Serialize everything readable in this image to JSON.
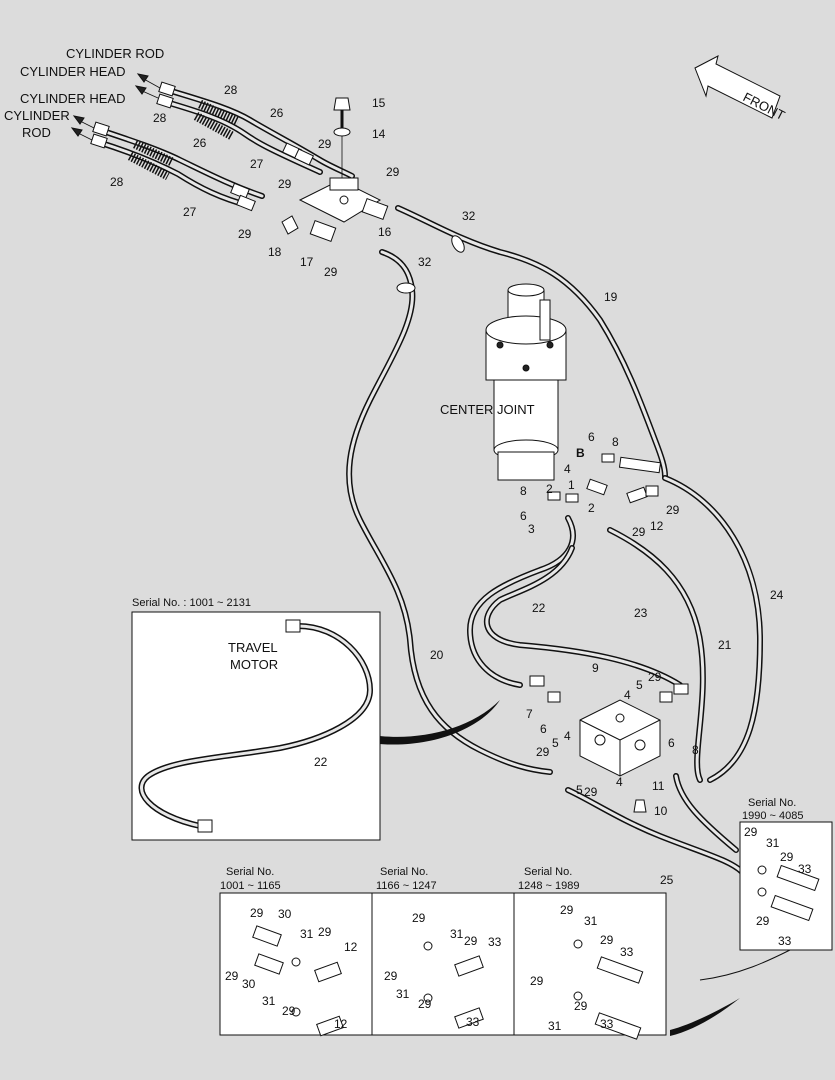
{
  "captions": {
    "cyl_rod_top": "CYLINDER ROD",
    "cyl_head_top": "CYLINDER HEAD",
    "cyl_head_left": "CYLINDER HEAD",
    "cyl_rod_left_1": "CYLINDER",
    "cyl_rod_left_2": "ROD",
    "center_joint": "CENTER JOINT",
    "travel_motor_1": "TRAVEL",
    "travel_motor_2": "MOTOR",
    "front": "FRONT"
  },
  "serials": {
    "s1": "Serial No. : 1001 ~ 2131",
    "s2a": "Serial No.",
    "s2b": "1990 ~ 4085",
    "s3a": "Serial No.",
    "s3b": "1001 ~ 1165",
    "s4a": "Serial No.",
    "s4b": "1166 ~ 1247",
    "s5a": "Serial No.",
    "s5b": "1248 ~ 1989"
  },
  "labels": [
    "28",
    "26",
    "28",
    "26",
    "28",
    "27",
    "27",
    "15",
    "14",
    "29",
    "29",
    "29",
    "29",
    "18",
    "17",
    "29",
    "16",
    "32",
    "32",
    "19",
    "6",
    "8",
    "B",
    "4",
    "1",
    "2",
    "8",
    "6",
    "3",
    "2",
    "29",
    "12",
    "29",
    "22",
    "23",
    "24",
    "21",
    "20",
    "9",
    "29",
    "5",
    "4",
    "7",
    "6",
    "4",
    "5",
    "29",
    "5",
    "4",
    "29",
    "6",
    "8",
    "11",
    "10",
    "25",
    "22",
    "29",
    "31",
    "29",
    "33",
    "29",
    "33",
    "29",
    "30",
    "31",
    "29",
    "12",
    "29",
    "30",
    "31",
    "29",
    "12",
    "29",
    "31",
    "29",
    "33",
    "29",
    "31",
    "29",
    "33",
    "29",
    "31",
    "29",
    "33",
    "29",
    "31",
    "29",
    "33"
  ]
}
